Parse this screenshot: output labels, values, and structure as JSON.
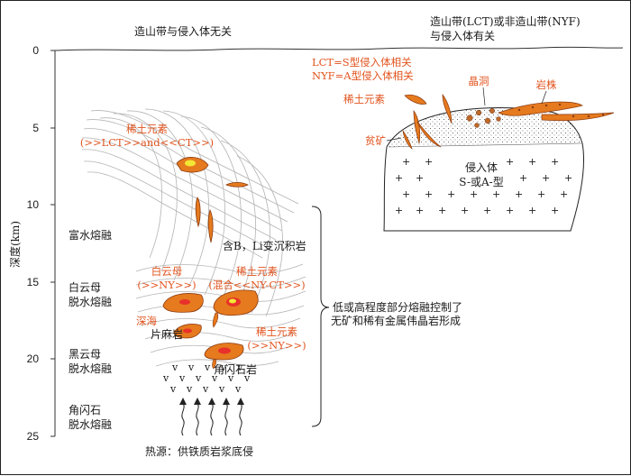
{
  "colors": {
    "accent": "#e1531d",
    "melt": "#e67a1e",
    "core": "#e8312a",
    "yellow": "#f3e735",
    "ink": "#1a1a1a"
  },
  "header": {
    "left_title": "造山带与侵入体无关",
    "right_title_line1": "造山带(LCT)或非造山带(NYF)",
    "right_title_line2": "与侵入体有关"
  },
  "axis": {
    "label": "深度(km)",
    "ticks": [
      "0",
      "5",
      "10",
      "15",
      "20",
      "25"
    ]
  },
  "zones": {
    "water_rich": "富水熔融",
    "muscovite_line1": "白云母",
    "muscovite_line2": "脱水熔融",
    "biotite_line1": "黑云母",
    "biotite_line2": "脱水熔融",
    "amphibole_line1": "角闪石",
    "amphibole_line2": "脱水熔融"
  },
  "labels": {
    "ree_upper_line1": "稀土元素",
    "ree_upper_line2": "(>>LCT>>and<<CT>>)",
    "metasediment": "含B，Li变沉积岩",
    "muscovite_type_line1": "白云母",
    "muscovite_type_line2": "(>>NY>>)",
    "ree_mixed_line1": "稀土元素",
    "ree_mixed_line2": "(混合<<NY-CT>>)",
    "deep_sea": "深海",
    "gneiss": "片麻岩",
    "ree_lower_line1": "稀土元素",
    "ree_lower_line2": "(>>NY>>)",
    "amphibolite": "角闪石岩",
    "bracket_note_line1": "低或高程度部分熔融控制了",
    "bracket_note_line2": "无矿和稀有金属伟晶岩形成",
    "heat_source": "热源：供铁质岩浆底侵"
  },
  "intrusion": {
    "legend_line1": "LCT=S型侵入体相关",
    "legend_line2": "NYF=A型侵入体相关",
    "ree": "稀土元素",
    "miarolitic": "晶洞",
    "stock": "岩株",
    "barren": "贫矿",
    "body_line1": "侵入体",
    "body_line2": "S-或A-型"
  }
}
